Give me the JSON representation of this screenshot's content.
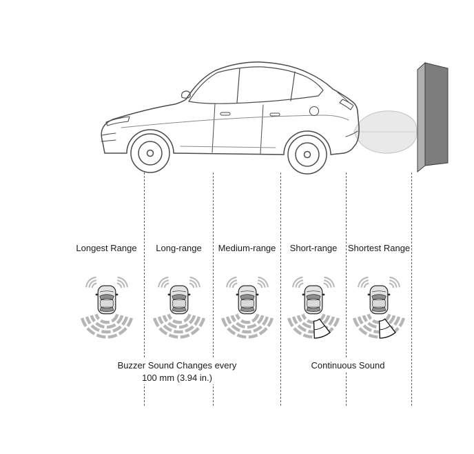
{
  "diagram": {
    "zones": [
      {
        "label": "Longest Range",
        "sound": "buzzer"
      },
      {
        "label": "Long-range",
        "sound": "buzzer"
      },
      {
        "label": "Medium-range",
        "sound": "buzzer"
      },
      {
        "label": "Short-range",
        "sound": "continuous"
      },
      {
        "label": "Shortest Range",
        "sound": "continuous"
      }
    ],
    "captions": {
      "buzzer_line1": "Buzzer Sound Changes every",
      "buzzer_line2": "100 mm (3.94 in.)",
      "continuous": "Continuous Sound"
    },
    "icons": {
      "car_side": "sedan-side-view",
      "wall": "obstacle-wall",
      "beam": "rear-sensor-detection-beam",
      "car_top": "car-top-view-with-sensor-arcs",
      "active_segment": "active-sensor-segment"
    },
    "colors": {
      "line": "#4a4a4a",
      "arc_gray": "#b5b5b5",
      "beam_fill": "#e9e9e9",
      "wall_face": "#7d7d7d",
      "wall_edge": "#b0b0b0",
      "dashed_line": "#5f5f5f",
      "text": "#1a1a1a"
    }
  }
}
